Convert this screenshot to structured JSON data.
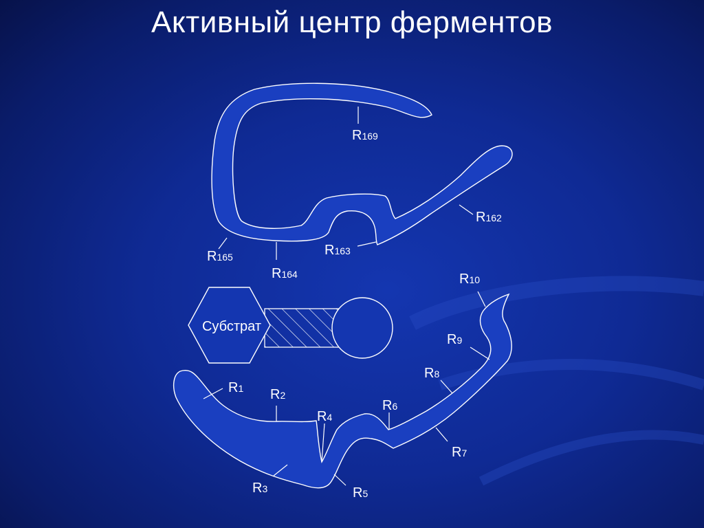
{
  "slide": {
    "title": "Активный центр ферментов"
  },
  "substrate": {
    "label": "Субстрат"
  },
  "residues": {
    "upper": [
      {
        "id": "r169",
        "letter": "R",
        "sub": "169"
      },
      {
        "id": "r162",
        "letter": "R",
        "sub": "162"
      },
      {
        "id": "r165",
        "letter": "R",
        "sub": "165"
      },
      {
        "id": "r164",
        "letter": "R",
        "sub": "164"
      },
      {
        "id": "r163",
        "letter": "R",
        "sub": "163"
      }
    ],
    "lower": [
      {
        "id": "r10",
        "letter": "R",
        "sub": "10"
      },
      {
        "id": "r9",
        "letter": "R",
        "sub": "9"
      },
      {
        "id": "r8",
        "letter": "R",
        "sub": "8"
      },
      {
        "id": "r1",
        "letter": "R",
        "sub": "1"
      },
      {
        "id": "r2",
        "letter": "R",
        "sub": "2"
      },
      {
        "id": "r6",
        "letter": "R",
        "sub": "6"
      },
      {
        "id": "r4",
        "letter": "R",
        "sub": "4"
      },
      {
        "id": "r7",
        "letter": "R",
        "sub": "7"
      },
      {
        "id": "r3",
        "letter": "R",
        "sub": "3"
      },
      {
        "id": "r5",
        "letter": "R",
        "sub": "5"
      }
    ]
  }
}
